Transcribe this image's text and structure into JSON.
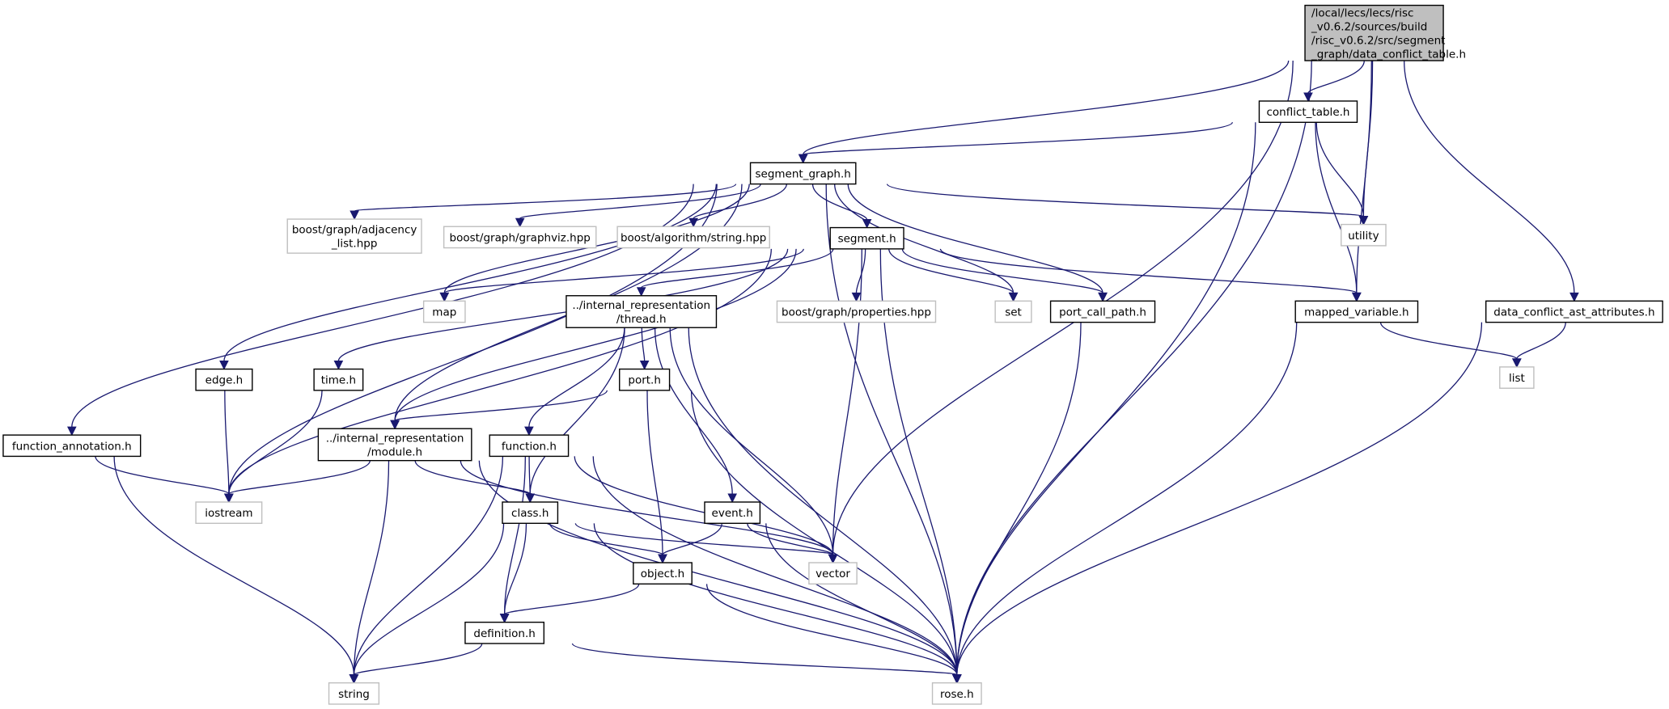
{
  "title": "Include dependency graph for data_conflict_table.h",
  "colors": {
    "edge": "#191970",
    "root_fill": "#bfbfbf",
    "node_border": "#000000",
    "external_border": "#bfbfbf"
  },
  "nodes": [
    {
      "id": "root",
      "lines": [
        "/local/lecs/lecs/risc",
        "_v0.6.2/sources/build",
        "/risc_v0.6.2/src/segment",
        "_graph/data_conflict_table.h"
      ],
      "kind": "root"
    },
    {
      "id": "conflict_table",
      "lines": [
        "conflict_table.h"
      ],
      "kind": "internal"
    },
    {
      "id": "segment_graph",
      "lines": [
        "segment_graph.h"
      ],
      "kind": "internal"
    },
    {
      "id": "adjacency_list",
      "lines": [
        "boost/graph/adjacency",
        "_list.hpp"
      ],
      "kind": "external"
    },
    {
      "id": "graphviz",
      "lines": [
        "boost/graph/graphviz.hpp"
      ],
      "kind": "external"
    },
    {
      "id": "string_hpp",
      "lines": [
        "boost/algorithm/string.hpp"
      ],
      "kind": "external"
    },
    {
      "id": "segment",
      "lines": [
        "segment.h"
      ],
      "kind": "internal"
    },
    {
      "id": "utility",
      "lines": [
        "utility"
      ],
      "kind": "external"
    },
    {
      "id": "map",
      "lines": [
        "map"
      ],
      "kind": "external"
    },
    {
      "id": "thread",
      "lines": [
        "../internal_representation",
        "/thread.h"
      ],
      "kind": "internal"
    },
    {
      "id": "properties",
      "lines": [
        "boost/graph/properties.hpp"
      ],
      "kind": "external"
    },
    {
      "id": "set",
      "lines": [
        "set"
      ],
      "kind": "external"
    },
    {
      "id": "port_call_path",
      "lines": [
        "port_call_path.h"
      ],
      "kind": "internal"
    },
    {
      "id": "mapped_variable",
      "lines": [
        "mapped_variable.h"
      ],
      "kind": "internal"
    },
    {
      "id": "data_conflict_ast",
      "lines": [
        "data_conflict_ast_attributes.h"
      ],
      "kind": "internal"
    },
    {
      "id": "edge",
      "lines": [
        "edge.h"
      ],
      "kind": "internal"
    },
    {
      "id": "time",
      "lines": [
        "time.h"
      ],
      "kind": "internal"
    },
    {
      "id": "port",
      "lines": [
        "port.h"
      ],
      "kind": "internal"
    },
    {
      "id": "list",
      "lines": [
        "list"
      ],
      "kind": "external"
    },
    {
      "id": "function_annotation",
      "lines": [
        "function_annotation.h"
      ],
      "kind": "internal"
    },
    {
      "id": "module",
      "lines": [
        "../internal_representation",
        "/module.h"
      ],
      "kind": "internal"
    },
    {
      "id": "function",
      "lines": [
        "function.h"
      ],
      "kind": "internal"
    },
    {
      "id": "iostream",
      "lines": [
        "iostream"
      ],
      "kind": "external"
    },
    {
      "id": "class",
      "lines": [
        "class.h"
      ],
      "kind": "internal"
    },
    {
      "id": "event",
      "lines": [
        "event.h"
      ],
      "kind": "internal"
    },
    {
      "id": "object",
      "lines": [
        "object.h"
      ],
      "kind": "internal"
    },
    {
      "id": "vector",
      "lines": [
        "vector"
      ],
      "kind": "external"
    },
    {
      "id": "definition",
      "lines": [
        "definition.h"
      ],
      "kind": "internal"
    },
    {
      "id": "string",
      "lines": [
        "string"
      ],
      "kind": "external"
    },
    {
      "id": "rose",
      "lines": [
        "rose.h"
      ],
      "kind": "external"
    }
  ],
  "edges": [
    [
      "root",
      "segment_graph"
    ],
    [
      "root",
      "conflict_table"
    ],
    [
      "root",
      "vector"
    ],
    [
      "root",
      "utility"
    ],
    [
      "root",
      "mapped_variable"
    ],
    [
      "root",
      "rose"
    ],
    [
      "root",
      "data_conflict_ast"
    ],
    [
      "conflict_table",
      "segment_graph"
    ],
    [
      "conflict_table",
      "utility"
    ],
    [
      "conflict_table",
      "mapped_variable"
    ],
    [
      "conflict_table",
      "rose"
    ],
    [
      "segment_graph",
      "adjacency_list"
    ],
    [
      "segment_graph",
      "graphviz"
    ],
    [
      "segment_graph",
      "string_hpp"
    ],
    [
      "segment_graph",
      "segment"
    ],
    [
      "segment_graph",
      "utility"
    ],
    [
      "segment_graph",
      "map"
    ],
    [
      "segment_graph",
      "set"
    ],
    [
      "segment_graph",
      "port_call_path"
    ],
    [
      "segment_graph",
      "edge"
    ],
    [
      "segment_graph",
      "function_annotation"
    ],
    [
      "segment_graph",
      "iostream"
    ],
    [
      "segment_graph",
      "module"
    ],
    [
      "segment_graph",
      "rose"
    ],
    [
      "segment",
      "map"
    ],
    [
      "segment",
      "thread"
    ],
    [
      "segment",
      "properties"
    ],
    [
      "segment",
      "set"
    ],
    [
      "segment",
      "port_call_path"
    ],
    [
      "segment",
      "mapped_variable"
    ],
    [
      "segment",
      "time"
    ],
    [
      "segment",
      "iostream"
    ],
    [
      "segment",
      "module"
    ],
    [
      "segment",
      "vector"
    ],
    [
      "segment",
      "rose"
    ],
    [
      "thread",
      "port"
    ],
    [
      "thread",
      "function"
    ],
    [
      "thread",
      "class"
    ],
    [
      "thread",
      "event"
    ],
    [
      "thread",
      "vector"
    ],
    [
      "thread",
      "rose"
    ],
    [
      "port_call_path",
      "rose"
    ],
    [
      "mapped_variable",
      "list"
    ],
    [
      "mapped_variable",
      "rose"
    ],
    [
      "data_conflict_ast",
      "list"
    ],
    [
      "data_conflict_ast",
      "rose"
    ],
    [
      "edge",
      "iostream"
    ],
    [
      "time",
      "iostream"
    ],
    [
      "port",
      "module"
    ],
    [
      "port",
      "object"
    ],
    [
      "port",
      "rose"
    ],
    [
      "function_annotation",
      "iostream"
    ],
    [
      "function_annotation",
      "string"
    ],
    [
      "module",
      "iostream"
    ],
    [
      "module",
      "class"
    ],
    [
      "module",
      "string"
    ],
    [
      "module",
      "vector"
    ],
    [
      "module",
      "rose"
    ],
    [
      "function",
      "class"
    ],
    [
      "function",
      "definition"
    ],
    [
      "function",
      "string"
    ],
    [
      "function",
      "vector"
    ],
    [
      "function",
      "rose"
    ],
    [
      "class",
      "object"
    ],
    [
      "class",
      "definition"
    ],
    [
      "class",
      "string"
    ],
    [
      "class",
      "vector"
    ],
    [
      "class",
      "rose"
    ],
    [
      "event",
      "object"
    ],
    [
      "event",
      "vector"
    ],
    [
      "event",
      "rose"
    ],
    [
      "object",
      "definition"
    ],
    [
      "object",
      "rose"
    ],
    [
      "definition",
      "string"
    ],
    [
      "definition",
      "rose"
    ]
  ]
}
